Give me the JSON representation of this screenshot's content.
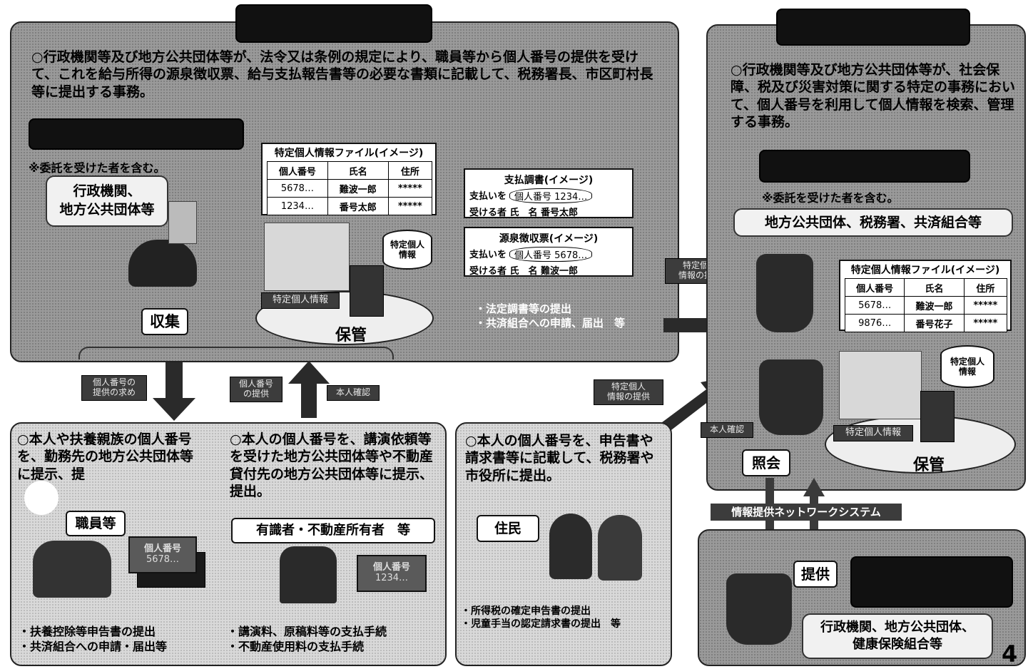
{
  "top_left": {
    "main_text": "○行政機関等及び地方公共団体等が、法令又は条例の規定により、職員等から個人番号の提供を受けて、これを給与所得の源泉徴収票、給与支払報告書等の必要な書類に記載して、税務署長、市区町村長等に提出する事務。",
    "note": "※委託を受けた者を含む。",
    "actor": "行政機関、\n地方公共団体等",
    "file_title": "特定個人情報ファイル(イメージ)",
    "file_headers": [
      "個人番号",
      "氏名",
      "住所"
    ],
    "file_rows": [
      [
        "5678…",
        "難波一郎",
        "*****"
      ],
      [
        "1234…",
        "番号太郎",
        "*****"
      ]
    ],
    "payment_doc": {
      "title": "支払調書(イメージ)",
      "line1_label": "支払いを",
      "line1_value": "個人番号 1234…",
      "line2": "受ける者 氏　名 番号太郎"
    },
    "withholding_doc": {
      "title": "源泉徴収票(イメージ)",
      "line1_label": "支払いを",
      "line1_value": "個人番号 5678…",
      "line2": "受ける者 氏　名 難波一郎"
    },
    "db_label": "特定個人\n情報",
    "stored_label": "特定個人情報",
    "collect": "収集",
    "store": "保管",
    "submit_text": "・法定調書等の提出\n・共済組合への申請、届出　等"
  },
  "arrows": {
    "request": "個人番号の\n提供の求め",
    "provide_number": "個人番号\nの提供",
    "identity_check": "本人確認",
    "specific_info_provide_1": "特定個人\n情報の提供",
    "specific_info_provide_2": "特定個人\n情報の提供"
  },
  "bottom_left": {
    "text": "○本人や扶養親族の個人番号を、勤務先の地方公共団体等に提示、提",
    "actor": "職員等",
    "card_label": "個人番号",
    "card_number": "5678…",
    "items": "・扶養控除等申告書の提出\n・共済組合への申請・届出等"
  },
  "bottom_mid": {
    "text": "○本人の個人番号を、講演依頼等を受けた地方公共団体等や不動産貸付先の地方公共団体等に提示、提出。",
    "actor": "有識者・不動産所有者　等",
    "card_label": "個人番号",
    "card_number": "1234…",
    "items": "・講演料、原稿料等の支払手続\n・不動産使用料の支払手続"
  },
  "bottom_resident": {
    "text": "○本人の個人番号を、申告書や請求書等に記載して、税務署や市役所に提出。",
    "actor": "住民",
    "items": "・所得税の確定申告書の提出\n・児童手当の認定請求書の提出　等"
  },
  "right": {
    "main_text": "○行政機関等及び地方公共団体等が、社会保障、税及び災害対策に関する特定の事務において、個人番号を利用して個人情報を検索、管理する事務。",
    "note": "※委託を受けた者を含む。",
    "actor": "地方公共団体、税務署、共済組合等",
    "file_title": "特定個人情報ファイル(イメージ)",
    "file_headers": [
      "個人番号",
      "氏名",
      "住所"
    ],
    "file_rows": [
      [
        "5678…",
        "難波一郎",
        "*****"
      ],
      [
        "9876…",
        "番号花子",
        "*****"
      ]
    ],
    "db_label": "特定個人\n情報",
    "stored_label": "特定個人情報",
    "store": "保管",
    "identity_check": "本人確認",
    "inquiry": "照会",
    "network": "情報提供ネットワークシステム",
    "provide": "提供",
    "provider_actor": "行政機関、地方公共団体、\n健康保険組合等"
  },
  "page_number": "4"
}
